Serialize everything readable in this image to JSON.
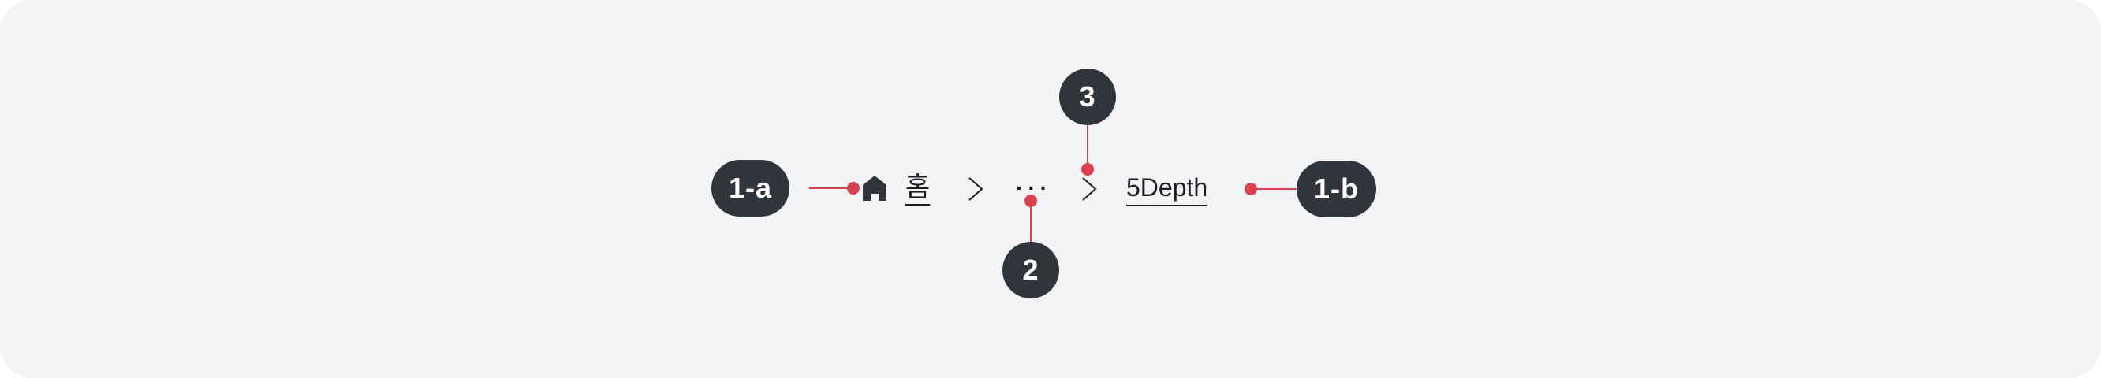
{
  "annotations": {
    "a1": "1-a",
    "b1": "1-b",
    "two": "2",
    "three": "3"
  },
  "breadcrumb": {
    "home_label": "홈",
    "ellipsis": "···",
    "current_label": "5Depth"
  },
  "icons": {
    "home": "home-icon",
    "separator": "chevron-right-icon"
  },
  "colors": {
    "canvas_bg": "#f3f4f6",
    "badge_bg": "#31343a",
    "marker": "#d9414f",
    "text": "#1b1d21"
  }
}
